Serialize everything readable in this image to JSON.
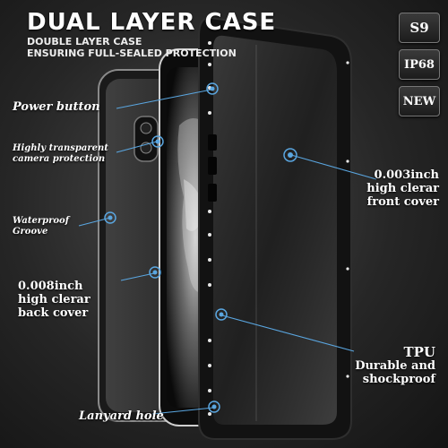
{
  "headline": {
    "title": "DUAL LAYER CASE",
    "subtitle_line1": "DOUBLE LAYER CASE",
    "subtitle_line2": "ENSURING FULL-SEALED PROTECTION"
  },
  "badges": [
    "S9",
    "IP68",
    "NEW"
  ],
  "callouts": {
    "power_button": "Power button",
    "camera_line1": "Highly transparent",
    "camera_line2": "camera protection",
    "groove_line1": "Waterproof",
    "groove_line2": "Groove",
    "back_line1": "0.008inch",
    "back_line2": "high clerar",
    "back_line3": "back cover",
    "front_line1": "0.003inch",
    "front_line2": "high clerar",
    "front_line3": "front cover",
    "tpu_line1": "TPU",
    "tpu_line2": "Durable and",
    "tpu_line3": "shockproof",
    "lanyard": "Lanyard hole"
  },
  "colors": {
    "accent": "#5aa6e0",
    "background": "#2a2a2a",
    "case_frame": "#151515"
  }
}
